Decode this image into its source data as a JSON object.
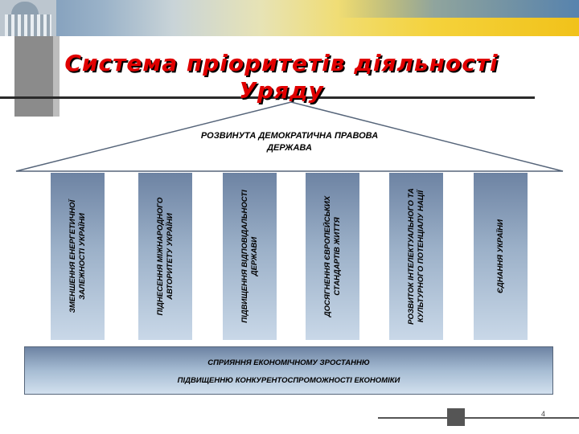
{
  "title": "Система пріоритетів діяльності Уряду",
  "roof_label": "РОЗВИНУТА ДЕМОКРАТИЧНА ПРАВОВА ДЕРЖАВА",
  "columns": [
    "ЗМЕНШЕННЯ ЕНЕРГЕТИЧНОЇ ЗАЛЕЖНОСТІ УКРАЇНИ",
    "ПІДНЕСЕННЯ МІЖНАРОДНОГО АВТОРИТЕТУ УКРАЇНИ",
    "ПІДВИЩЕННЯ ВІДПОВІДАЛЬНОСТІ ДЕРЖАВИ",
    "ДОСЯГНЕННЯ ЄВРОПЕЙСЬКИХ СТАНДАРТІВ ЖИТТЯ",
    "РОЗВИТОК ІНТЕЛЕКТУАЛЬНОГО ТА КУЛЬТУРНОГО ПОТЕНЦІАЛУ НАЦІЇ",
    "ЄДНАННЯ УКРАЇНИ"
  ],
  "foundation": {
    "line1": "СПРИЯННЯ ЕКОНОМІЧНОМУ ЗРОСТАННЮ",
    "line2": "ПІДВИЩЕННЮ КОНКУРЕНТОСПРОМОЖНОСТІ ЕКОНОМІКИ"
  },
  "page_number": "4",
  "colors": {
    "title": "#e00000",
    "column_dark": "#6d83a3",
    "column_light": "#c9d8e8",
    "roof_fill": "#ffffff",
    "roof_stroke": "#56657a"
  }
}
